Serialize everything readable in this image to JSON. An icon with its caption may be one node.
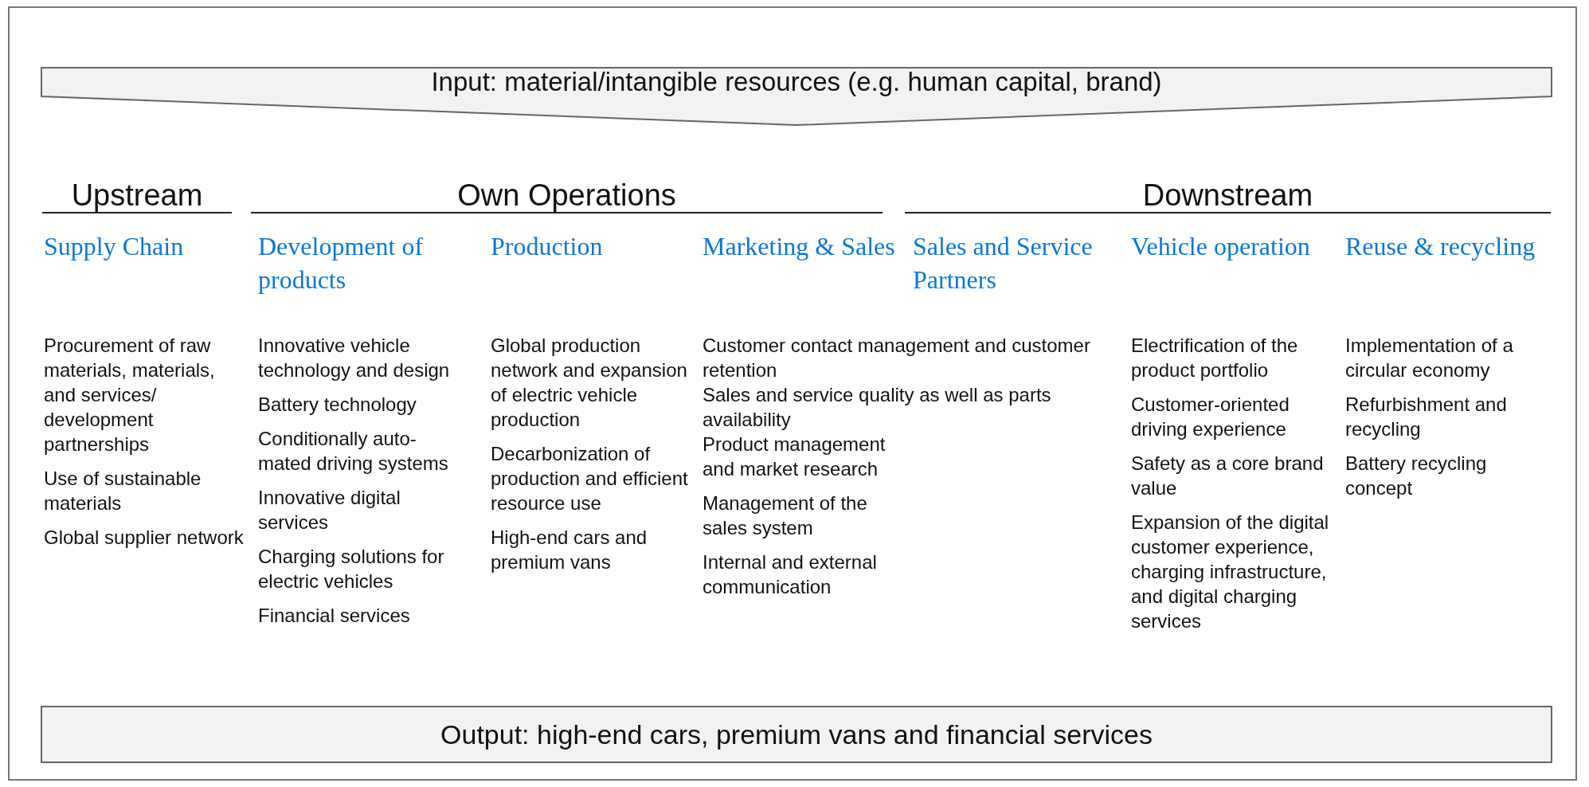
{
  "diagram": {
    "nodes": [
      {
        "text": [
          "Input: material/intangible resources (e.g. human capital, brand)"
        ]
      },
      {
        "text": [
          "Output: high-end cars, premium vans and financial services"
        ]
      }
    ],
    "labels": [
      "Upstream",
      "Own Operations",
      "Downstream",
      "Supply Chain",
      "Development of products",
      "Production",
      "Marketing & Sales",
      "Sales and Service Partners",
      "Vehicle operation",
      "Reuse & recycling",
      "Procurement of raw materials, materials, and services/ development partnerships",
      "Use of sustainable materials",
      "Global supplier network",
      "Innovative vehicle technology and design",
      "Battery technology",
      "Conditionally auto-mated driving systems",
      "Innovative digital services",
      "Charging solutions for electric vehicles",
      "Financial services",
      "Global production network and expansion of electric vehicle production",
      "Decarbonization of production and efficient resource use",
      "High-end cars and premium vans",
      "Customer contact management and customer retention",
      "Sales and service quality as well as parts availability",
      "Product management and market research",
      "Management of the sales system",
      "Internal and external communication",
      "Electrification of the product portfolio",
      "Customer-oriented driving experience",
      "Safety as a core brand value",
      "Expansion of the digital customer experience, charging infrastructure, and digital charging services",
      "Implementation of a circular economy",
      "Refurbishment and recycling",
      "Battery recycling concept"
    ]
  }
}
